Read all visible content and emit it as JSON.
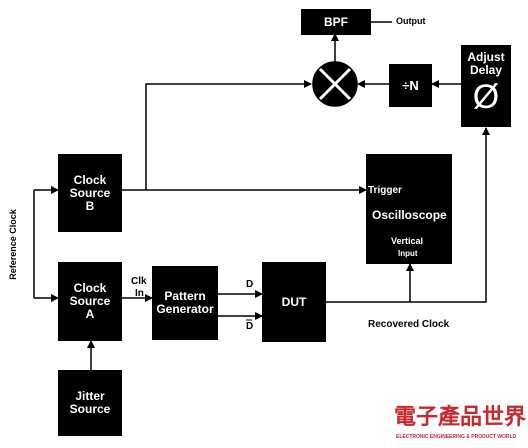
{
  "blocks": {
    "bpf": "BPF",
    "divide": "÷N",
    "adjust_delay_line1": "Adjust",
    "adjust_delay_line2": "Delay",
    "adjust_delay_symbol": "Ø",
    "clock_b_line1": "Clock",
    "clock_b_line2": "Source",
    "clock_b_line3": "B",
    "clock_a_line1": "Clock",
    "clock_a_line2": "Source",
    "clock_a_line3": "A",
    "pattern_line1": "Pattern",
    "pattern_line2": "Generator",
    "dut": "DUT",
    "jitter_line1": "Jitter",
    "jitter_line2": "Source",
    "scope_trigger": "Trigger",
    "scope_title": "Oscilloscope",
    "scope_vertical": "Vertical",
    "scope_input": "Input"
  },
  "labels": {
    "output": "Output",
    "reference_clock": "Reference Clock",
    "clk_in_line1": "Clk",
    "clk_in_line2": "In",
    "d": "D",
    "d_bar": "D",
    "recovered_clock": "Recovered Clock"
  },
  "watermark": {
    "chinese": "電子產品世界",
    "english": "ELECTRONIC ENGINEERING & PRODUCT WORLD"
  },
  "colors": {
    "block": "#000000",
    "line": "#000000",
    "watermark": "#c8282d"
  }
}
